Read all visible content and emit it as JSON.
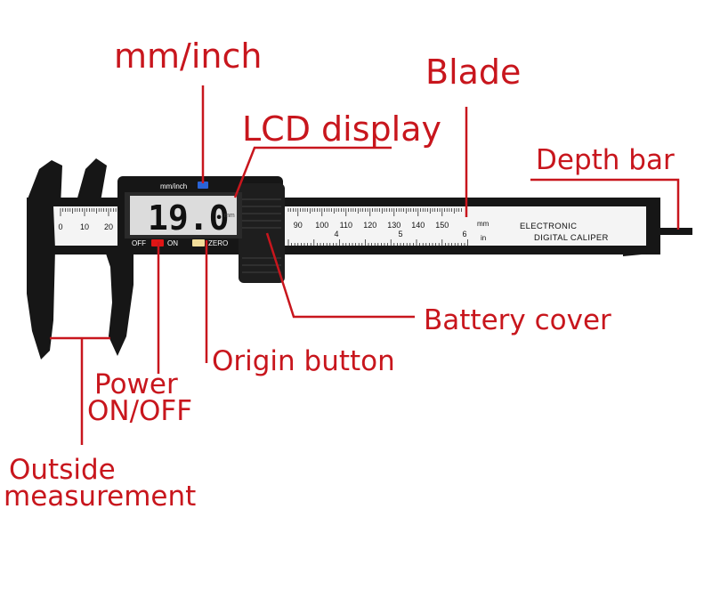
{
  "callouts": {
    "mm_inch": "mm/inch",
    "blade": "Blade",
    "lcd_display": "LCD display",
    "depth_bar": "Depth bar",
    "battery_cover": "Battery cover",
    "origin_button": "Origin button",
    "power_line1": "Power",
    "power_line2": "ON/OFF",
    "outside_line1": "Outside",
    "outside_line2": "measurement"
  },
  "device": {
    "mode_label": "mm/inch",
    "reading": "19.0",
    "reading_unit": "mm",
    "off_label": "OFF",
    "on_label": "ON",
    "zero_label": "ZERO",
    "brand_line1": "ELECTRONIC",
    "brand_line2": "DIGITAL CALIPER",
    "scale_unit_mm": "mm",
    "scale_unit_in": "in",
    "mm_numbers_left": [
      "0",
      "10",
      "20"
    ],
    "mm_numbers_right": [
      "90",
      "100",
      "110",
      "120",
      "130",
      "140",
      "150"
    ],
    "inch_numbers": [
      "4",
      "5",
      "6"
    ]
  },
  "colors": {
    "callout": "#c8161d",
    "body": "#161616",
    "blade": "#f4f4f4",
    "lcd": "#dcdcdc",
    "mode_button": "#2a63d6",
    "power_button": "#e01515",
    "zero_button": "#f2dd9a"
  }
}
